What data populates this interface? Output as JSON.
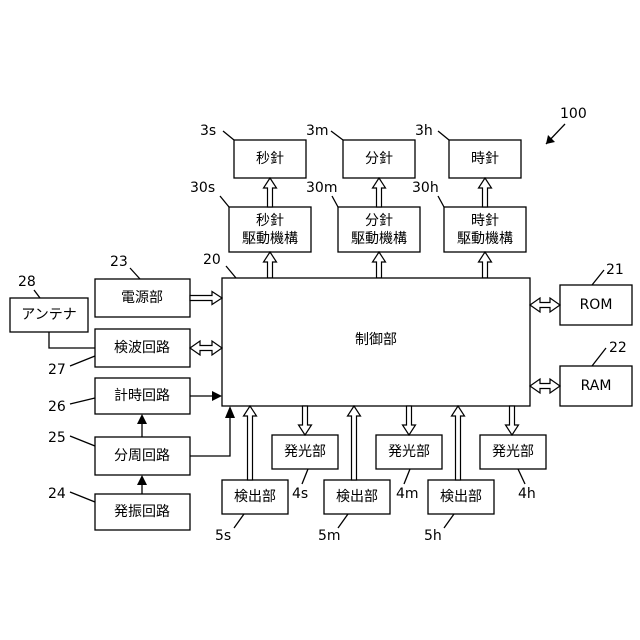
{
  "figure_number": "100",
  "blocks": {
    "second_hand": {
      "ref": "3s",
      "label": "秒針"
    },
    "minute_hand": {
      "ref": "3m",
      "label": "分針"
    },
    "hour_hand": {
      "ref": "3h",
      "label": "時針"
    },
    "second_drive": {
      "ref": "30s",
      "line1": "秒針",
      "line2": "駆動機構"
    },
    "minute_drive": {
      "ref": "30m",
      "line1": "分針",
      "line2": "駆動機構"
    },
    "hour_drive": {
      "ref": "30h",
      "line1": "時針",
      "line2": "駆動機構"
    },
    "controller": {
      "ref": "20",
      "label": "制御部"
    },
    "rom": {
      "ref": "21",
      "label": "ROM"
    },
    "ram": {
      "ref": "22",
      "label": "RAM"
    },
    "power": {
      "ref": "23",
      "label": "電源部"
    },
    "antenna": {
      "ref": "28",
      "label": "アンテナ"
    },
    "detector_circuit": {
      "ref": "27",
      "label": "検波回路"
    },
    "timer_circuit": {
      "ref": "26",
      "label": "計時回路"
    },
    "divider_circuit": {
      "ref": "25",
      "label": "分周回路"
    },
    "oscillator_circuit": {
      "ref": "24",
      "label": "発振回路"
    },
    "light_emitter_s": {
      "ref": "4s",
      "label": "発光部"
    },
    "light_emitter_m": {
      "ref": "4m",
      "label": "発光部"
    },
    "light_emitter_h": {
      "ref": "4h",
      "label": "発光部"
    },
    "sensor_s": {
      "ref": "5s",
      "label": "検出部"
    },
    "sensor_m": {
      "ref": "5m",
      "label": "検出部"
    },
    "sensor_h": {
      "ref": "5h",
      "label": "検出部"
    }
  }
}
